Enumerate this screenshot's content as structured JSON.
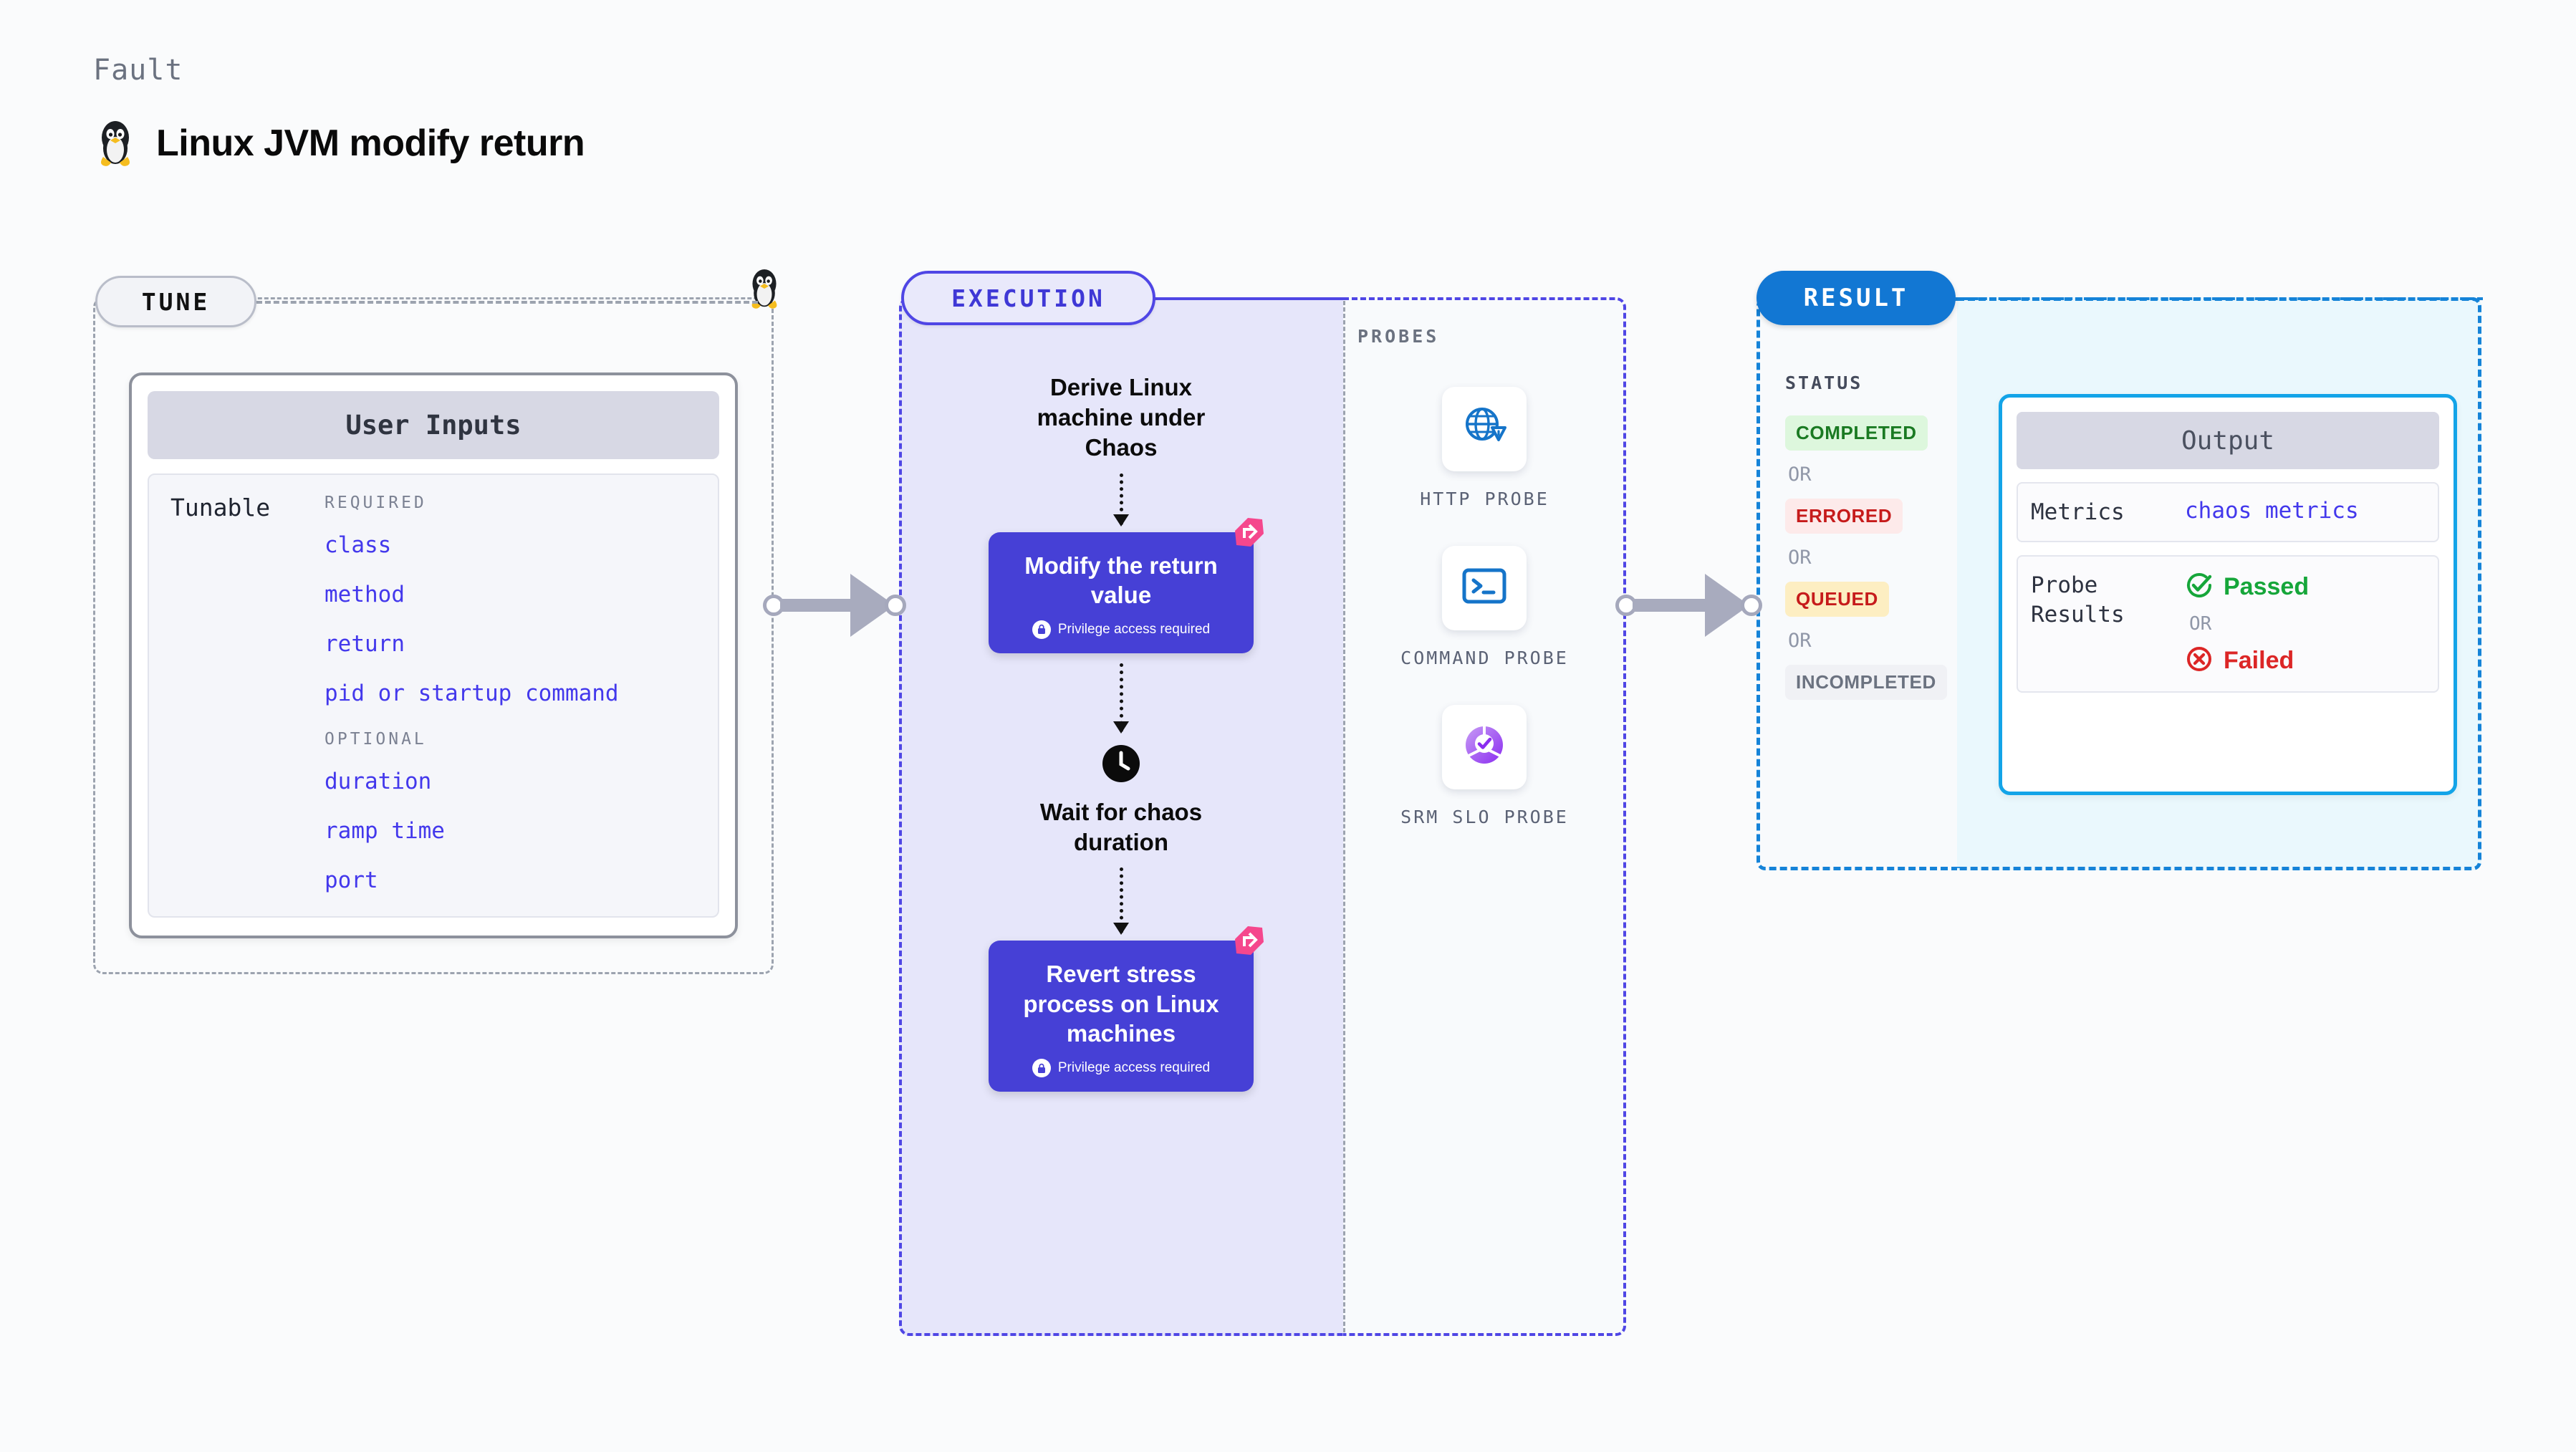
{
  "header": {
    "eyebrow": "Fault",
    "title": "Linux JVM modify return",
    "icon": "linux-tux-icon"
  },
  "tune": {
    "pill_label": "TUNE",
    "card": {
      "title": "User Inputs",
      "row_label": "Tunable",
      "required_label": "REQUIRED",
      "optional_label": "OPTIONAL",
      "required": [
        "class",
        "method",
        "return",
        "pid or startup command"
      ],
      "optional": [
        "duration",
        "ramp time",
        "port"
      ]
    }
  },
  "execution": {
    "pill_label": "EXECUTION",
    "steps": [
      {
        "kind": "text",
        "label": "Derive Linux machine under Chaos"
      },
      {
        "kind": "action",
        "label": "Modify the return value",
        "note": "Privilege access required",
        "badge": "fault-badge-icon"
      },
      {
        "kind": "clock",
        "label": "Wait for chaos duration",
        "icon": "clock-icon"
      },
      {
        "kind": "action",
        "label": "Revert stress process on Linux machines",
        "note": "Privilege access required",
        "badge": "fault-badge-icon"
      }
    ]
  },
  "probes": {
    "title": "PROBES",
    "items": [
      {
        "label": "HTTP PROBE",
        "icon": "globe-alert-icon"
      },
      {
        "label": "COMMAND PROBE",
        "icon": "terminal-icon"
      },
      {
        "label": "SRM SLO PROBE",
        "icon": "srm-slo-donut-icon"
      }
    ]
  },
  "result": {
    "pill_label": "RESULT",
    "status_title": "STATUS",
    "or_label": "OR",
    "statuses": [
      {
        "label": "COMPLETED",
        "fg": "#1a7a22",
        "bg": "#ddf7dd"
      },
      {
        "label": "ERRORED",
        "fg": "#c61b1b",
        "bg": "#fdeaea"
      },
      {
        "label": "QUEUED",
        "fg": "#c61b1b",
        "bg": "#fdeec2"
      },
      {
        "label": "INCOMPLETED",
        "fg": "#6b7280",
        "bg": "#f0f1f5"
      }
    ]
  },
  "output": {
    "title": "Output",
    "rows": [
      {
        "key": "Metrics",
        "value": "chaos metrics"
      },
      {
        "key": "Probe Results",
        "passed": "Passed",
        "or": "OR",
        "failed": "Failed"
      }
    ]
  },
  "colors": {
    "accent_purple": "#4640d6",
    "accent_blue": "#1277d3",
    "output_border": "#13a4e8",
    "tunable_text": "#4338ec",
    "badge_pink": "#f5478d"
  }
}
